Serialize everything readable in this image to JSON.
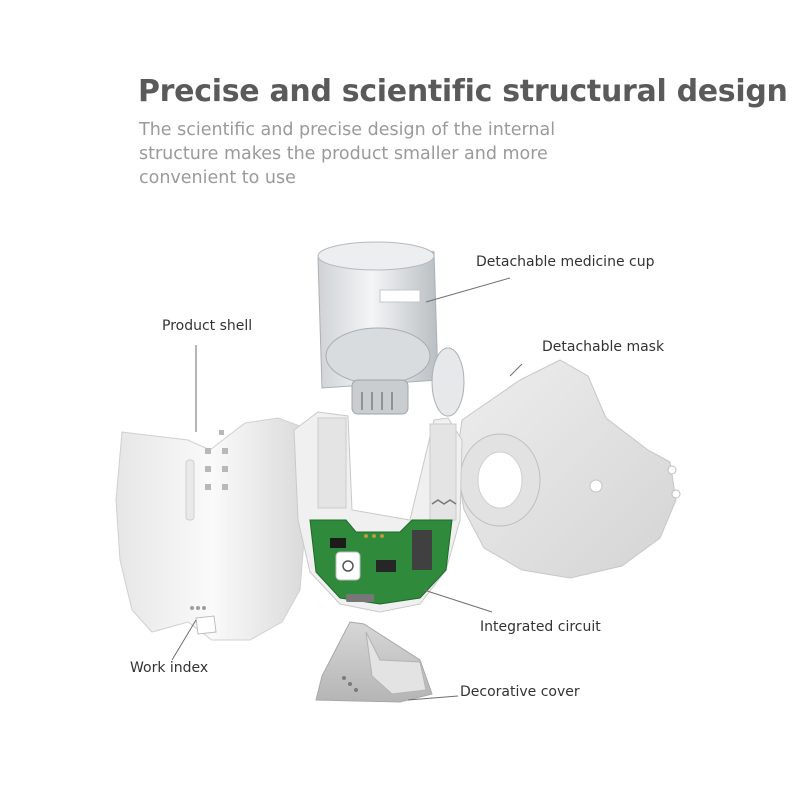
{
  "header": {
    "title": "Precise and scientific structural design",
    "description": "The scientific and precise design of the internal structure makes the product smaller and more convenient to use"
  },
  "callouts": {
    "medicine_cup": "Detachable medicine cup",
    "product_shell": "Product shell",
    "mask": "Detachable mask",
    "circuit": "Integrated circuit",
    "work_index": "Work index",
    "cover": "Decorative cover"
  },
  "colors": {
    "title": "#5a5a5a",
    "subtitle": "#9a9a9a",
    "pcb_green": "#2f8a3c",
    "shell_white": "#f2f2f2"
  }
}
